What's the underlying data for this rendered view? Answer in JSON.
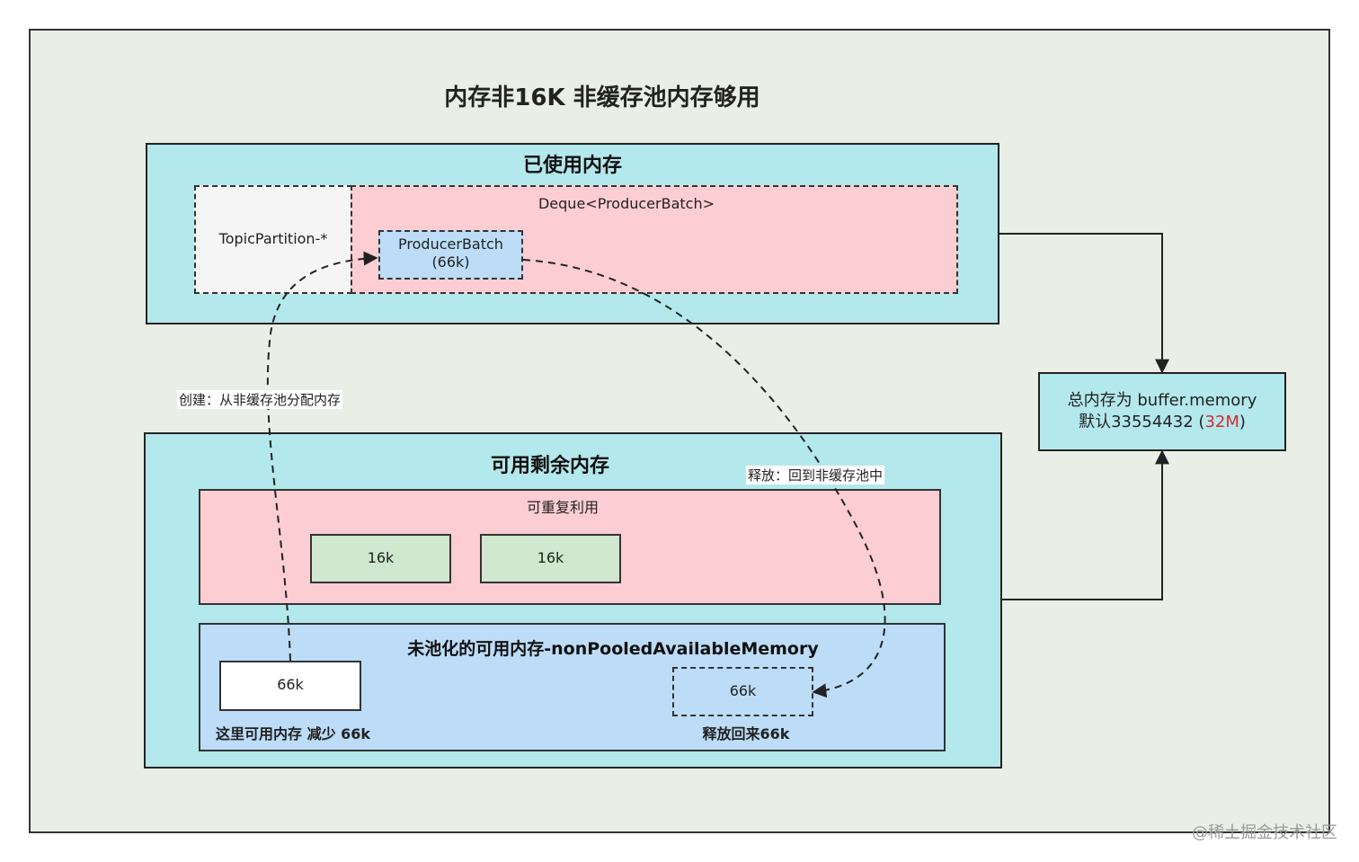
{
  "title": "内存非16K  非缓存池内存够用",
  "used": {
    "title": "已使用内存",
    "topic_partition": "TopicPartition-*",
    "deque": "Deque<ProducerBatch>",
    "producer_batch": {
      "name": "ProducerBatch",
      "size": "(66k)"
    }
  },
  "available": {
    "title": "可用剩余内存",
    "reusable": {
      "title": "可重复利用",
      "chunks": [
        "16k",
        "16k"
      ]
    },
    "nonpooled": {
      "title": "未池化的可用内存-nonPooledAvailableMemory",
      "allocated": "66k",
      "allocated_note": "这里可用内存 减少 66k",
      "released": "66k",
      "released_note": "释放回来66k"
    }
  },
  "total": {
    "line1": "总内存为 buffer.memory",
    "line2_prefix": "默认33554432 (",
    "line2_highlight": "32M",
    "line2_suffix": ")"
  },
  "edges": {
    "create": "创建：从非缓存池分配内存",
    "release": "释放：回到非缓存池中"
  },
  "watermark": "@稀土掘金技术社区",
  "colors": {
    "used_panel": "#b3e8ec",
    "deque": "#fccdd3",
    "batch": "#bcdcf7",
    "chunk": "#cfe8cf",
    "highlight": "#d62c2c"
  }
}
